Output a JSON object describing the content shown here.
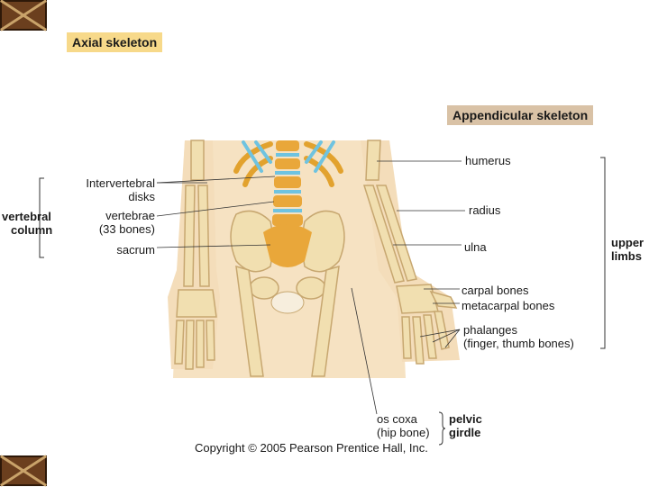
{
  "headers": {
    "axial": "Axial skeleton",
    "appendicular": "Appendicular skeleton"
  },
  "labels": {
    "intervertebral": "Intervertebral",
    "disks": "disks",
    "vertebrae": "vertebrae",
    "bones33": "(33 bones)",
    "sacrum": "sacrum",
    "vertebral": "vertebral",
    "column": "column",
    "humerus": "humerus",
    "radius": "radius",
    "ulna": "ulna",
    "carpal": "carpal bones",
    "metacarpal": "metacarpal bones",
    "phalanges": "phalanges",
    "finger": "(finger, thumb bones)",
    "upper": "upper",
    "limbs": "limbs",
    "oscoxa": "os coxa",
    "hipbone": "(hip bone)",
    "pelvic": "pelvic",
    "girdle": "girdle"
  },
  "copyright": "Copyright © 2005 Pearson Prentice Hall, Inc."
}
